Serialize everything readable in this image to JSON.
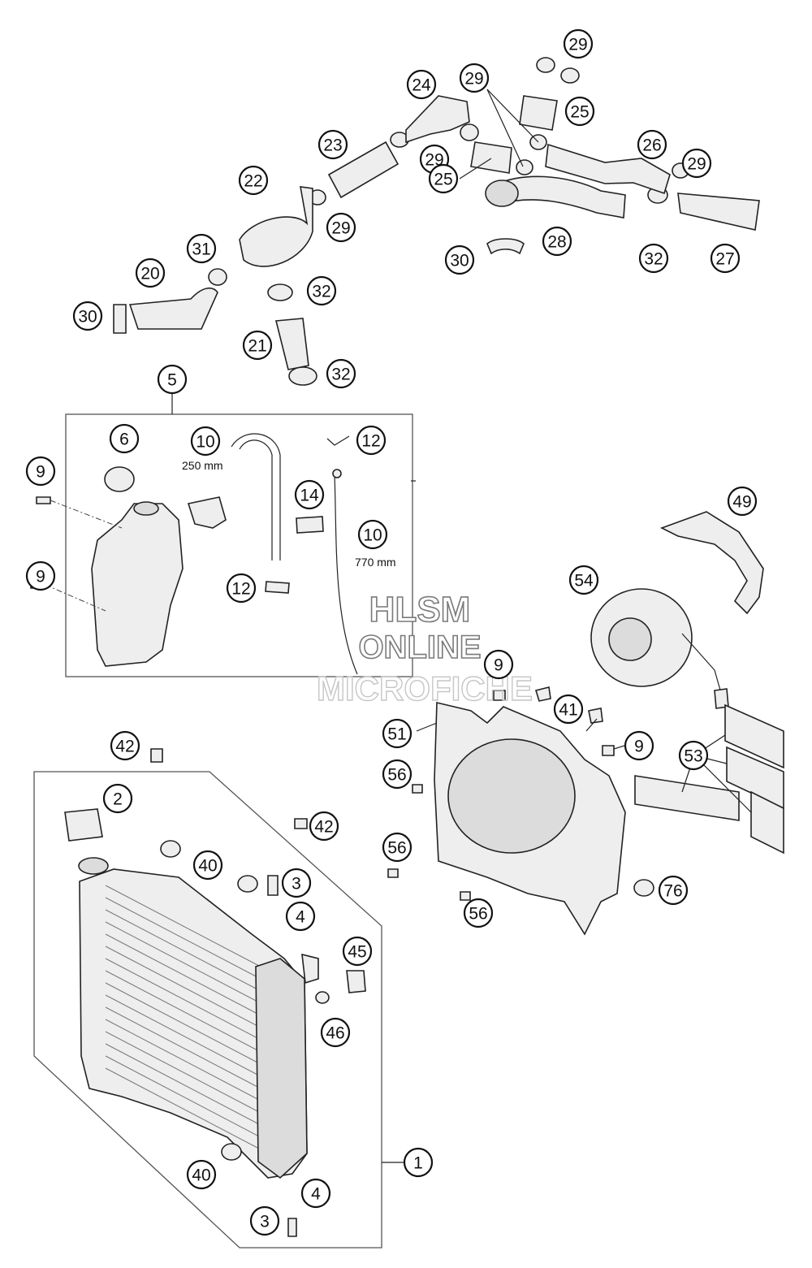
{
  "callouts": [
    {
      "name": "29"
    },
    {
      "name": "29"
    },
    {
      "name": "24"
    },
    {
      "name": "25"
    },
    {
      "name": "23"
    },
    {
      "name": "29"
    },
    {
      "name": "26"
    },
    {
      "name": "29"
    },
    {
      "name": "22"
    },
    {
      "name": "25"
    },
    {
      "name": "29"
    },
    {
      "name": "31"
    },
    {
      "name": "28"
    },
    {
      "name": "20"
    },
    {
      "name": "30"
    },
    {
      "name": "32"
    },
    {
      "name": "27"
    },
    {
      "name": "32"
    },
    {
      "name": "30"
    },
    {
      "name": "21"
    },
    {
      "name": "32"
    },
    {
      "name": "5"
    },
    {
      "name": "6"
    },
    {
      "name": "10"
    },
    {
      "name": "12"
    },
    {
      "name": "9"
    },
    {
      "name": "14"
    },
    {
      "name": "10"
    },
    {
      "name": "9"
    },
    {
      "name": "12"
    },
    {
      "name": "49"
    },
    {
      "name": "54"
    },
    {
      "name": "9"
    },
    {
      "name": "41"
    },
    {
      "name": "51"
    },
    {
      "name": "9"
    },
    {
      "name": "42"
    },
    {
      "name": "53"
    },
    {
      "name": "56"
    },
    {
      "name": "2"
    },
    {
      "name": "42"
    },
    {
      "name": "56"
    },
    {
      "name": "40"
    },
    {
      "name": "3"
    },
    {
      "name": "4"
    },
    {
      "name": "76"
    },
    {
      "name": "56"
    },
    {
      "name": "45"
    },
    {
      "name": "46"
    },
    {
      "name": "1"
    },
    {
      "name": "40"
    },
    {
      "name": "4"
    },
    {
      "name": "3"
    }
  ],
  "dimensions": {
    "hose_short": "250 mm",
    "hose_long": "770 mm"
  },
  "watermark": {
    "line1": "HLSM",
    "line2": "ONLINE",
    "line3": "MICROFICHE"
  },
  "colors": {
    "ink": "#111111",
    "part_fill": "#eeeeee",
    "watermark_outline": "#7a7a7a"
  }
}
